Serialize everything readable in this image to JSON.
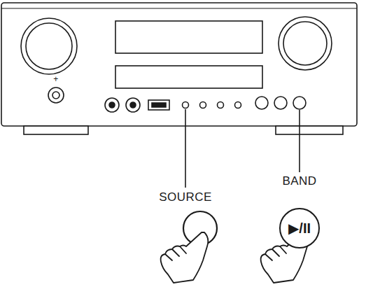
{
  "diagram": {
    "nodes": [
      {
        "text": [
          "▶/II"
        ]
      }
    ],
    "labels": [
      "+",
      "SOURCE",
      "BAND"
    ]
  }
}
